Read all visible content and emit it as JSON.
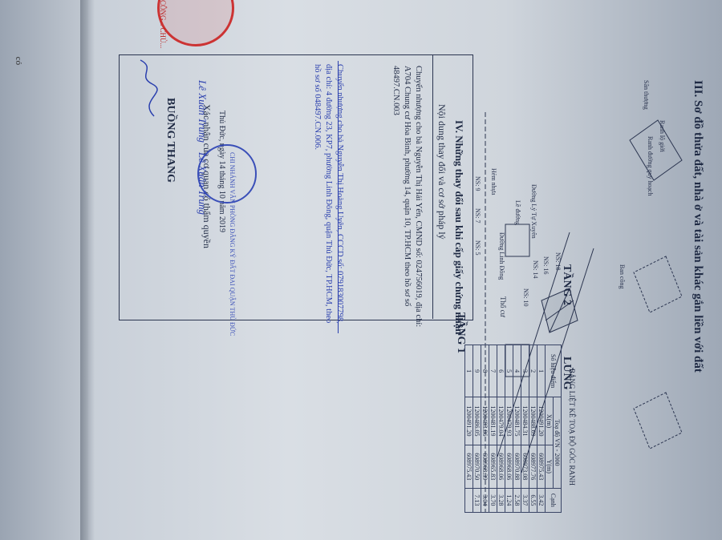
{
  "left_page": {
    "edge_text": "có"
  },
  "stamp_top": {
    "text": "CÔNG... CHỦ..."
  },
  "section3": {
    "title": "III. Sơ đồ thửa đất, nhà ở và tài sản khác gắn liền với đất",
    "labels": {
      "buong_thang": "BUỒNG THANG",
      "tang2": "TẦNG 2",
      "lung": "LỬNG",
      "tang1": "TẦNG 1",
      "tho_cu": "Thổ cư"
    },
    "map_notes": [
      "Đường Lý Tự Xuyên",
      "Lề đường",
      "Đường Linh Đông",
      "Hẻm nhựa",
      "NS: 18",
      "NS: 16",
      "NS: 14",
      "NS: 10",
      "NS: 9",
      "NS: 7",
      "NS: 5",
      "Ranh lộ giới",
      "Ranh đường quy hoạch",
      "Sân thượng",
      "Ban công"
    ]
  },
  "coord_table": {
    "title": "BẢNG LIỆT KÊ TOẠ ĐỘ GÓC RANH",
    "headers": [
      "Số hiệu điểm",
      "X(m)",
      "Y(m)",
      "Cạnh"
    ],
    "group_header": "Toạ độ VN - 2000",
    "rows": [
      [
        "1",
        "1200491.20",
        "608975.43",
        "3.42"
      ],
      [
        "2",
        "1200488.69",
        "608977.76",
        "6.55"
      ],
      [
        "3",
        "1200484.31",
        "608973.08",
        "3.37"
      ],
      [
        "4",
        "1200481.75",
        "608970.88",
        "2.58"
      ],
      [
        "5",
        "1200479.93",
        "608968.06",
        "1.24"
      ],
      [
        "6",
        "1200479.04",
        "608968.06",
        "3.28"
      ],
      [
        "7",
        "1200481.19",
        "608965.83",
        "3.70"
      ],
      [
        "8",
        "1200483.86",
        "608968.39",
        "3.04"
      ],
      [
        "9",
        "1200486.05",
        "608970.50",
        "7.13"
      ],
      [
        "1",
        "1200491.20",
        "608975.43",
        ""
      ]
    ]
  },
  "section4": {
    "title": "IV. Những thay đổi sau khi cấp giấy chứng nhận",
    "col_content": "Nội dung thay đổi và cơ sở pháp lý",
    "col_confirm": "Xác nhận của cơ quan có thẩm quyền",
    "entry1": "Chuyển nhượng cho bà Nguyễn Thị Hải Yến, CMND số: 024756019, địa chỉ: A704 Chung cư Hòa Bình, phường 14, quận 10, TP.HCM theo hồ sơ số 48497.CN.003",
    "entry2": "Chuyển nhượng cho bà Nguyễn Thị Hoàng Uyên, CCCD số: 079183007798, địa chỉ: 4 đường 23, KP7, phường Linh Đông, quận Thủ Đức, TP.HCM, theo hồ sơ số 048497.CN.006.",
    "confirm_date": "Thủ Đức, ngày 14 tháng 10 năm 2019",
    "signer1": "Lê Xuân Trung",
    "signer2": "Lê Xuân Trung",
    "stamp_blue": "CHI NHÁNH VĂN PHÒNG ĐĂNG KÝ ĐẤT ĐAI QUẬN THỦ ĐỨC"
  },
  "colors": {
    "ink": "#1f2a44",
    "blue_ink": "#2a3fae",
    "red_stamp": "#c33"
  }
}
